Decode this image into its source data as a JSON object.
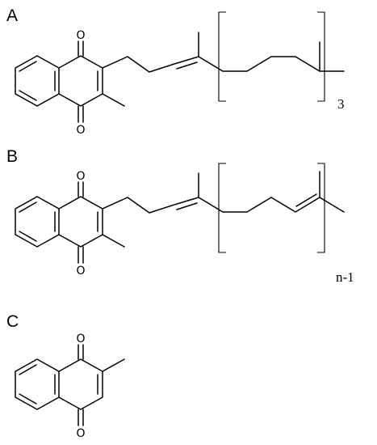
{
  "panels": [
    {
      "id": "A",
      "label": "A",
      "atoms": [
        "O",
        "O"
      ],
      "repeat_subscript": "3"
    },
    {
      "id": "B",
      "label": "B",
      "atoms": [
        "O",
        "O"
      ],
      "repeat_subscript": "n-1"
    },
    {
      "id": "C",
      "label": "C",
      "atoms": [
        "O",
        "O"
      ]
    }
  ]
}
